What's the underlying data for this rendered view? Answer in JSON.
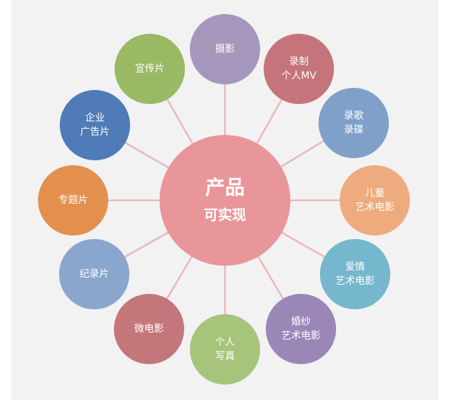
{
  "center": {
    "line1": "产品",
    "line2": "可实现",
    "color": "#e8969a"
  },
  "connector_color": "#eab7b7",
  "nodes": [
    {
      "id": "photography",
      "lines": [
        "摄影"
      ],
      "color": "#a597bc"
    },
    {
      "id": "record-mv",
      "lines": [
        "录制",
        "个人MV"
      ],
      "color": "#c4747a"
    },
    {
      "id": "record-album",
      "lines": [
        "录歌",
        "录碟"
      ],
      "color": "#7fa0c8"
    },
    {
      "id": "children-art-film",
      "lines": [
        "儿童",
        "艺术电影"
      ],
      "color": "#eeab7e"
    },
    {
      "id": "love-art-film",
      "lines": [
        "爱情",
        "艺术电影"
      ],
      "color": "#75b8cd"
    },
    {
      "id": "wedding-art-film",
      "lines": [
        "婚纱",
        "艺术电影"
      ],
      "color": "#9a87b8"
    },
    {
      "id": "personal-portrait",
      "lines": [
        "个人",
        "写真"
      ],
      "color": "#a7c47b"
    },
    {
      "id": "micro-film",
      "lines": [
        "微电影"
      ],
      "color": "#c4777b"
    },
    {
      "id": "documentary",
      "lines": [
        "纪录片"
      ],
      "color": "#8aa6cd"
    },
    {
      "id": "feature-film",
      "lines": [
        "专题片"
      ],
      "color": "#e3904f"
    },
    {
      "id": "corporate-ad",
      "lines": [
        "企业",
        "广告片"
      ],
      "color": "#4f7bb8"
    },
    {
      "id": "promo-film",
      "lines": [
        "宣传片"
      ],
      "color": "#99b964"
    }
  ]
}
